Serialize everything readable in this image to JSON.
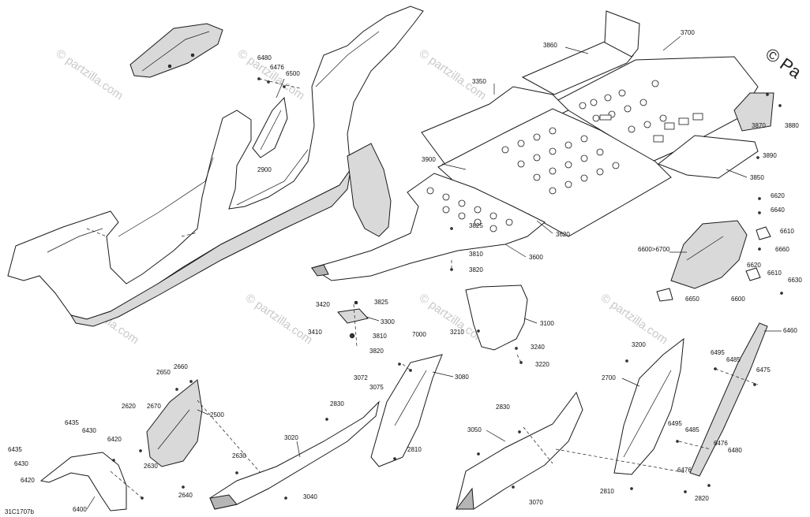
{
  "watermark": {
    "text": "© partzilla.com",
    "corner_text": "© Pa"
  },
  "diagram_code": "31C1707b",
  "callouts": [
    {
      "id": "c6480",
      "text": "6480"
    },
    {
      "id": "c6476a",
      "text": "6476"
    },
    {
      "id": "c6500",
      "text": "6500"
    },
    {
      "id": "c2900",
      "text": "2900"
    },
    {
      "id": "c3860",
      "text": "3860"
    },
    {
      "id": "c3700",
      "text": "3700"
    },
    {
      "id": "c3350",
      "text": "3350"
    },
    {
      "id": "c3870",
      "text": "3870"
    },
    {
      "id": "c3880",
      "text": "3880"
    },
    {
      "id": "c3890",
      "text": "3890"
    },
    {
      "id": "c3900",
      "text": "3900"
    },
    {
      "id": "c3850",
      "text": "3850"
    },
    {
      "id": "c3620",
      "text": "3620"
    },
    {
      "id": "c3825a",
      "text": "3825"
    },
    {
      "id": "c3810a",
      "text": "3810"
    },
    {
      "id": "c3600",
      "text": "3600"
    },
    {
      "id": "c3820a",
      "text": "3820"
    },
    {
      "id": "c6620a",
      "text": "6620"
    },
    {
      "id": "c6640",
      "text": "6640"
    },
    {
      "id": "c6610a",
      "text": "6610"
    },
    {
      "id": "c6600_6700",
      "text": "6600>6700"
    },
    {
      "id": "c6660",
      "text": "6660"
    },
    {
      "id": "c6620b",
      "text": "6620"
    },
    {
      "id": "c6610b",
      "text": "6610"
    },
    {
      "id": "c6630",
      "text": "6630"
    },
    {
      "id": "c6650",
      "text": "6650"
    },
    {
      "id": "c6600",
      "text": "6600"
    },
    {
      "id": "c3420",
      "text": "3420"
    },
    {
      "id": "c3825b",
      "text": "3825"
    },
    {
      "id": "c3300",
      "text": "3300"
    },
    {
      "id": "c3410",
      "text": "3410"
    },
    {
      "id": "c3810b",
      "text": "3810"
    },
    {
      "id": "c3820b",
      "text": "3820"
    },
    {
      "id": "c3100",
      "text": "3100"
    },
    {
      "id": "c3210",
      "text": "3210"
    },
    {
      "id": "c3240",
      "text": "3240"
    },
    {
      "id": "c3220",
      "text": "3220"
    },
    {
      "id": "c7000",
      "text": "7000"
    },
    {
      "id": "c3080",
      "text": "3080"
    },
    {
      "id": "c3072",
      "text": "3072"
    },
    {
      "id": "c3075",
      "text": "3075"
    },
    {
      "id": "c2830a",
      "text": "2830"
    },
    {
      "id": "c3020",
      "text": "3020"
    },
    {
      "id": "c2810a",
      "text": "2810"
    },
    {
      "id": "c3040",
      "text": "3040"
    },
    {
      "id": "c2660",
      "text": "2660"
    },
    {
      "id": "c2650",
      "text": "2650"
    },
    {
      "id": "c2620",
      "text": "2620"
    },
    {
      "id": "c2670",
      "text": "2670"
    },
    {
      "id": "c2500",
      "text": "2500"
    },
    {
      "id": "c2630a",
      "text": "2630"
    },
    {
      "id": "c2630b",
      "text": "2630"
    },
    {
      "id": "c2640",
      "text": "2640"
    },
    {
      "id": "c6435a",
      "text": "6435"
    },
    {
      "id": "c6430a",
      "text": "6430"
    },
    {
      "id": "c6420a",
      "text": "6420"
    },
    {
      "id": "c6435b",
      "text": "6435"
    },
    {
      "id": "c6430b",
      "text": "6430"
    },
    {
      "id": "c6420b",
      "text": "6420"
    },
    {
      "id": "c6400",
      "text": "6400"
    },
    {
      "id": "c2830b",
      "text": "2830"
    },
    {
      "id": "c3050",
      "text": "3050"
    },
    {
      "id": "c3070",
      "text": "3070"
    },
    {
      "id": "c3200",
      "text": "3200"
    },
    {
      "id": "c2700",
      "text": "2700"
    },
    {
      "id": "c2810b",
      "text": "2810"
    },
    {
      "id": "c6495a",
      "text": "6495"
    },
    {
      "id": "c6485a",
      "text": "6485"
    },
    {
      "id": "c6475",
      "text": "6475"
    },
    {
      "id": "c6460",
      "text": "6460"
    },
    {
      "id": "c6495b",
      "text": "6495"
    },
    {
      "id": "c6485b",
      "text": "6485"
    },
    {
      "id": "c6476b",
      "text": "6476"
    },
    {
      "id": "c6480b",
      "text": "6480"
    },
    {
      "id": "c6476c",
      "text": "6476"
    },
    {
      "id": "c2820",
      "text": "2820"
    }
  ]
}
